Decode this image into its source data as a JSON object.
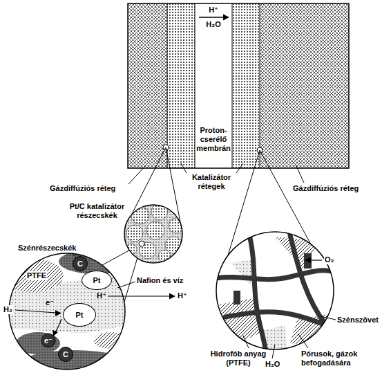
{
  "diagram": {
    "nodes": [
      {
        "text": [
          "H⁺",
          "H₂O",
          "Proton-cserélő membrán"
        ]
      },
      {
        "text": [
          "C"
        ]
      },
      {
        "text": [
          "Pt"
        ]
      },
      {
        "text": [
          "Pt"
        ]
      },
      {
        "text": [
          "C"
        ]
      }
    ],
    "labels": [
      "Gázdiffúziós réteg",
      "Katalizátor rétegek",
      "Gázdiffúziós réteg",
      "Pt/C katalizátor részecskék",
      "Szénrészecskék",
      "PTFE",
      "Nafion és víz",
      "H₂",
      "H⁺",
      "H⁺",
      "e⁻",
      "e⁻",
      "O₂",
      "Szénszövet",
      "Hidrofób anyag (PTFE)",
      "H₂O",
      "Pórusok, gázok befogadására"
    ]
  }
}
